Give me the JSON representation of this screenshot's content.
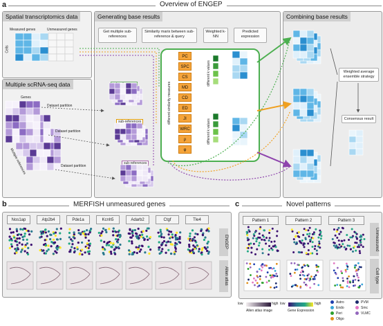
{
  "panel_a": {
    "letter": "a",
    "title": "Overview of ENGEP",
    "section1": {
      "header": "Spatial transcriptomics data",
      "measured": "Measured genes",
      "unmeasured": "Unmeasured genes",
      "cells": "Cells"
    },
    "section2": {
      "header": "Multiple scRNA-seq data",
      "genes": "Genes",
      "multiple_references": "Multiple references",
      "partition": "Dataset partition",
      "subrefs": "sub-references"
    },
    "section3": {
      "header": "Generating base results",
      "step1": "Get multiple sub-references",
      "step2": "Similarity marix between sub-reference & query",
      "step3": "Weighted k-NN",
      "step4": "Predicted expression",
      "methods": [
        "PC",
        "SPC",
        "CS",
        "MD",
        "CD",
        "ED",
        "JI",
        "WRC",
        "ρ",
        "φ"
      ],
      "diff_measures": "different similarity measures",
      "diff_k": "different k values"
    },
    "section4": {
      "header": "Combining base results",
      "weighted": "Weighted average ensemble strategy",
      "consensus": "Consensus result"
    }
  },
  "panel_b": {
    "letter": "b",
    "title": "MERFISH unmeasured genes",
    "genes": [
      "Nos1ap",
      "Atp2b4",
      "Pde1a",
      "Kcnh5",
      "Adarb2",
      "Ctgf",
      "Tle4"
    ],
    "row1": "ENGEP",
    "row2": "Allen atlas"
  },
  "panel_c": {
    "letter": "c",
    "title": "Novel patterns",
    "patterns": [
      "Pattern 1",
      "Pattern 2",
      "Pattern 3"
    ],
    "row1": "Unmeasured",
    "row2": "Cell type",
    "legend": {
      "low": "low",
      "high": "high",
      "allen": "Allen atlas image",
      "expr": "Gene Expression",
      "cell_types": [
        {
          "name": "Astro",
          "color": "#1f3fae"
        },
        {
          "name": "PVM",
          "color": "#1b2a6b"
        },
        {
          "name": "Endo",
          "color": "#3aa6d8"
        },
        {
          "name": "Smc",
          "color": "#e377c2"
        },
        {
          "name": "Peri",
          "color": "#2ca02c"
        },
        {
          "name": "VLMC",
          "color": "#9467bd"
        },
        {
          "name": "Oligo",
          "color": "#e08f1a"
        }
      ]
    }
  },
  "colors": {
    "panel_bg": "#e8e8e8",
    "header_bg": "#cfcfcf",
    "method_orange": "#f5a43a",
    "green": "#4caf50",
    "purple": "#8e44ad",
    "blue": "#2f8fd0"
  }
}
